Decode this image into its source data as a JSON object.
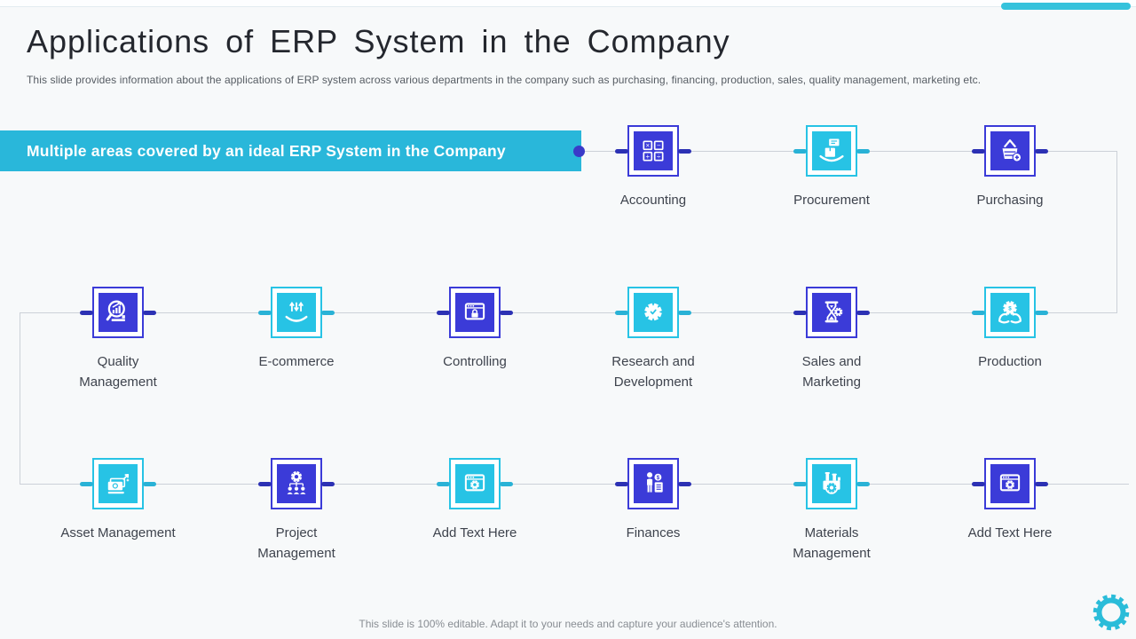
{
  "slide": {
    "title": "Applications of ERP System in the Company",
    "subtitle": "This slide provides information about the applications of ERP system across various departments in the company such as purchasing, financing, production, sales, quality management, marketing etc.",
    "banner": "Multiple areas covered by an ideal ERP System in the Company",
    "footer": "This slide is 100% editable. Adapt it to your needs and capture your audience's attention."
  },
  "colors": {
    "indigo": "#3b3bd8",
    "indigo_dark": "#2c31b4",
    "cyan": "#27c3e5",
    "cyan_dark": "#29b2d6",
    "banner": "#29b7da",
    "connector_line": "#ccd1d8",
    "corner_gear": "#2abcd9",
    "top_pill": "#35c2dc"
  },
  "rows": [
    {
      "name": "row-1",
      "items": [
        {
          "label": "Accounting",
          "icon": "calculator-icon",
          "color": "indigo"
        },
        {
          "label": "Procurement",
          "icon": "hand-box-icon",
          "color": "cyan"
        },
        {
          "label": "Purchasing",
          "icon": "basket-plus-icon",
          "color": "indigo"
        }
      ]
    },
    {
      "name": "row-2",
      "items": [
        {
          "label": "Quality Management",
          "icon": "magnifier-chart-icon",
          "color": "indigo"
        },
        {
          "label": "E-commerce",
          "icon": "hand-arrows-icon",
          "color": "cyan"
        },
        {
          "label": "Controlling",
          "icon": "browser-lock-icon",
          "color": "indigo"
        },
        {
          "label": "Research and Development",
          "icon": "gear-check-icon",
          "color": "cyan"
        },
        {
          "label": "Sales and Marketing",
          "icon": "hourglass-gear-icon",
          "color": "indigo"
        },
        {
          "label": "Production",
          "icon": "hands-gear-icon",
          "color": "cyan"
        }
      ]
    },
    {
      "name": "row-3",
      "items": [
        {
          "label": "Asset Management",
          "icon": "cash-icon",
          "color": "cyan"
        },
        {
          "label": "Project Management",
          "icon": "org-chart-gear-icon",
          "color": "indigo"
        },
        {
          "label": "Add Text Here",
          "icon": "browser-gear-icon",
          "color": "cyan"
        },
        {
          "label": "Finances",
          "icon": "person-dollar-icon",
          "color": "indigo"
        },
        {
          "label": "Materials Management",
          "icon": "factory-gear-icon",
          "color": "cyan"
        },
        {
          "label": "Add Text Here",
          "icon": "browser-gear-icon",
          "color": "indigo"
        }
      ]
    }
  ]
}
